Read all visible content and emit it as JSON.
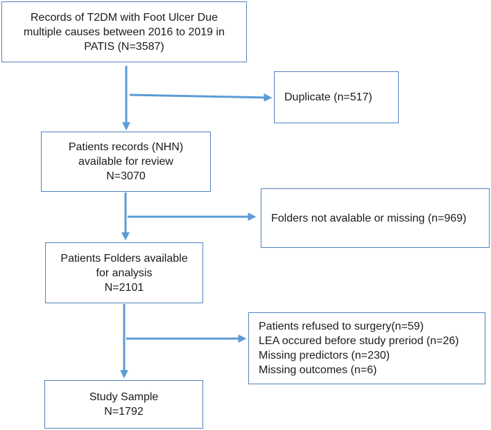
{
  "boxes": {
    "records": {
      "lines": [
        "Records of T2DM with Foot Ulcer Due",
        "multiple causes between 2016 to 2019 in",
        "PATIS (N=3587)"
      ]
    },
    "duplicate": {
      "lines": [
        "Duplicate (n=517)"
      ]
    },
    "review": {
      "lines": [
        "Patients records (NHN)",
        "available for review",
        "N=3070"
      ]
    },
    "missing": {
      "lines": [
        "Folders not avalable or missing (n=969)"
      ]
    },
    "analysis": {
      "lines": [
        "Patients Folders available",
        "for analysis",
        "N=2101"
      ]
    },
    "exclusions": {
      "lines": [
        "Patients refused to surgery(n=59)",
        "LEA occured before  study preriod (n=26)",
        "Missing predictors (n=230)",
        "Missing outcomes (n=6)"
      ]
    },
    "sample": {
      "lines": [
        "Study Sample",
        "N=1792"
      ]
    }
  },
  "colors": {
    "arrow": "#5b9bd5",
    "border": "#4f81bd"
  }
}
